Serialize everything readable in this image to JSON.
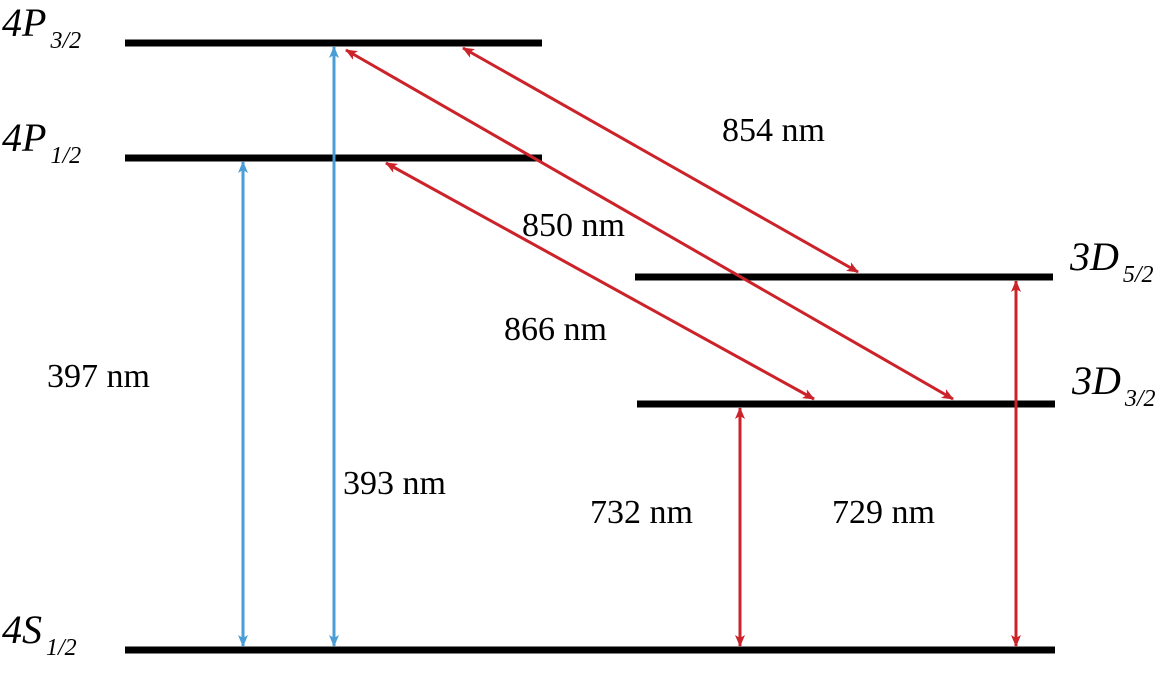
{
  "colors": {
    "level": "#000000",
    "blue_transition": "#4a9dd6",
    "red_transition": "#cc2229",
    "background": "#ffffff"
  },
  "levels": {
    "p32": {
      "main": "4P",
      "sub": "3/2"
    },
    "p12": {
      "main": "4P",
      "sub": "1/2"
    },
    "d52": {
      "main": "3D",
      "sub": "5/2"
    },
    "d32": {
      "main": "3D",
      "sub": "3/2"
    },
    "s12": {
      "main": "4S",
      "sub": "1/2"
    }
  },
  "transitions": {
    "t397": {
      "label": "397 nm",
      "color": "#4a9dd6"
    },
    "t393": {
      "label": "393 nm",
      "color": "#4a9dd6"
    },
    "t854": {
      "label": "854 nm",
      "color": "#cc2229"
    },
    "t850": {
      "label": "850 nm",
      "color": "#cc2229"
    },
    "t866": {
      "label": "866 nm",
      "color": "#cc2229"
    },
    "t732": {
      "label": "732 nm",
      "color": "#cc2229"
    },
    "t729": {
      "label": "729 nm",
      "color": "#cc2229"
    }
  }
}
